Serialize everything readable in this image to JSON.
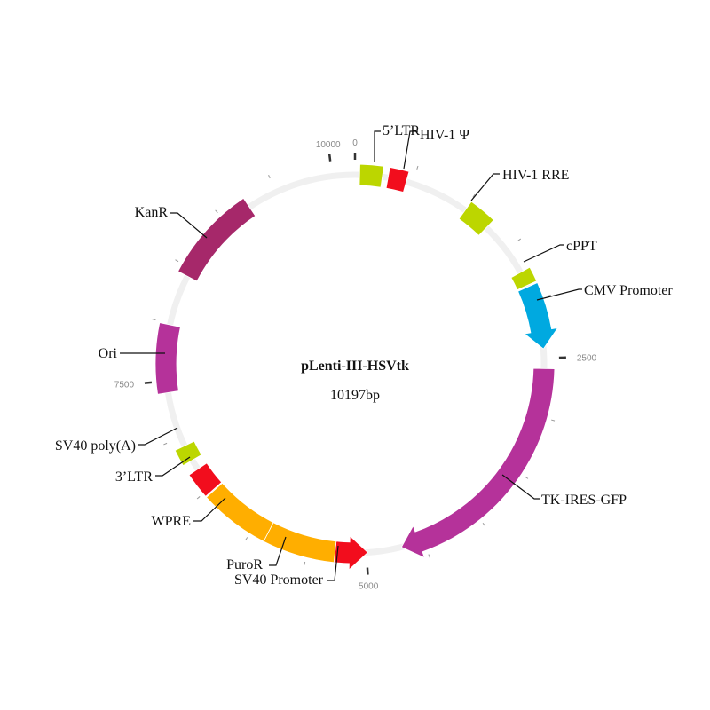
{
  "plasmid": {
    "name": "pLenti-III-HSVtk",
    "size_label": "10197bp",
    "length": 10197
  },
  "major_ticks": [
    {
      "pos": 0,
      "label": "0"
    },
    {
      "pos": 2500,
      "label": "2500"
    },
    {
      "pos": 5000,
      "label": "5000"
    },
    {
      "pos": 7500,
      "label": "7500"
    },
    {
      "pos": 10000,
      "label": "10000"
    }
  ],
  "minor_ticks": [
    500,
    1000,
    1500,
    2000,
    3000,
    3500,
    4000,
    4500,
    5500,
    6000,
    6500,
    7000,
    8000,
    8500,
    9000,
    9500
  ],
  "features": [
    {
      "id": "5-ltr",
      "label": "5’LTR",
      "start": 40,
      "end": 235,
      "color": "#bcd600",
      "arrow": "none"
    },
    {
      "id": "hiv1-psi",
      "label": "HIV-1 Ψ",
      "start": 285,
      "end": 445,
      "color": "#f20d1d",
      "arrow": "none"
    },
    {
      "id": "hiv1-rre",
      "label": "HIV-1 RRE",
      "start": 1010,
      "end": 1245,
      "color": "#bcd600",
      "arrow": "none"
    },
    {
      "id": "cppt",
      "label": "cPPT",
      "start": 1730,
      "end": 1855,
      "color": "#bcd600",
      "arrow": "none"
    },
    {
      "id": "cmv-promoter",
      "label": "CMV Promoter",
      "start": 1870,
      "end": 2420,
      "color": "#00a9e0",
      "arrow": "forward"
    },
    {
      "id": "tk-ires-gfp",
      "label": "TK-IRES-GFP",
      "start": 2590,
      "end": 4695,
      "color": "#b5329a",
      "arrow": "forward"
    },
    {
      "id": "sv40-promoter",
      "label": "SV40 Promoter",
      "start": 4990,
      "end": 5270,
      "color": "#f20d1d",
      "arrow": "reverse"
    },
    {
      "id": "puror",
      "label": "PuroR",
      "start": 5270,
      "end": 5870,
      "color": "#ffae00",
      "arrow": "none"
    },
    {
      "id": "wpre",
      "label": "WPRE",
      "start": 5870,
      "end": 6460,
      "color": "#ffae00",
      "arrow": "none"
    },
    {
      "id": "3-ltr",
      "label": "3’LTR",
      "start": 6470,
      "end": 6690,
      "color": "#f20d1d",
      "arrow": "none"
    },
    {
      "id": "sv40-polya",
      "label": "SV40 poly(A)",
      "start": 6780,
      "end": 6920,
      "color": "#bcd600",
      "arrow": "none"
    },
    {
      "id": "ori",
      "label": "Ori",
      "start": 7400,
      "end": 7985,
      "color": "#b5329a",
      "arrow": "none"
    },
    {
      "id": "kanr",
      "label": "KanR",
      "start": 8430,
      "end": 9235,
      "color": "#a6286a",
      "arrow": "none"
    }
  ]
}
